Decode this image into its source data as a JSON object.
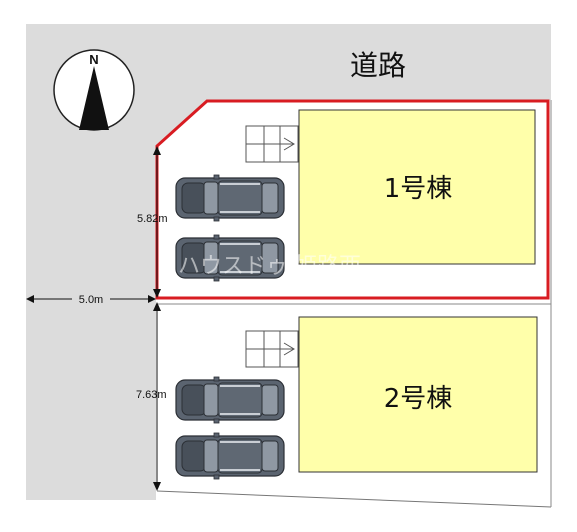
{
  "site_plan": {
    "road_label": "道路",
    "compass_label": "N",
    "buildings": [
      {
        "label": "1号棟"
      },
      {
        "label": "2号棟"
      }
    ],
    "dimensions": {
      "road_width": "5.0m",
      "lot1_depth": "5.82m",
      "lot2_depth": "7.63m"
    },
    "watermark": "ハウスドゥ 姫路西",
    "colors": {
      "road": "#dcdcdc",
      "building": "#ffffaa",
      "lot1_border": "#d81c22",
      "car": "#5b6470"
    }
  }
}
